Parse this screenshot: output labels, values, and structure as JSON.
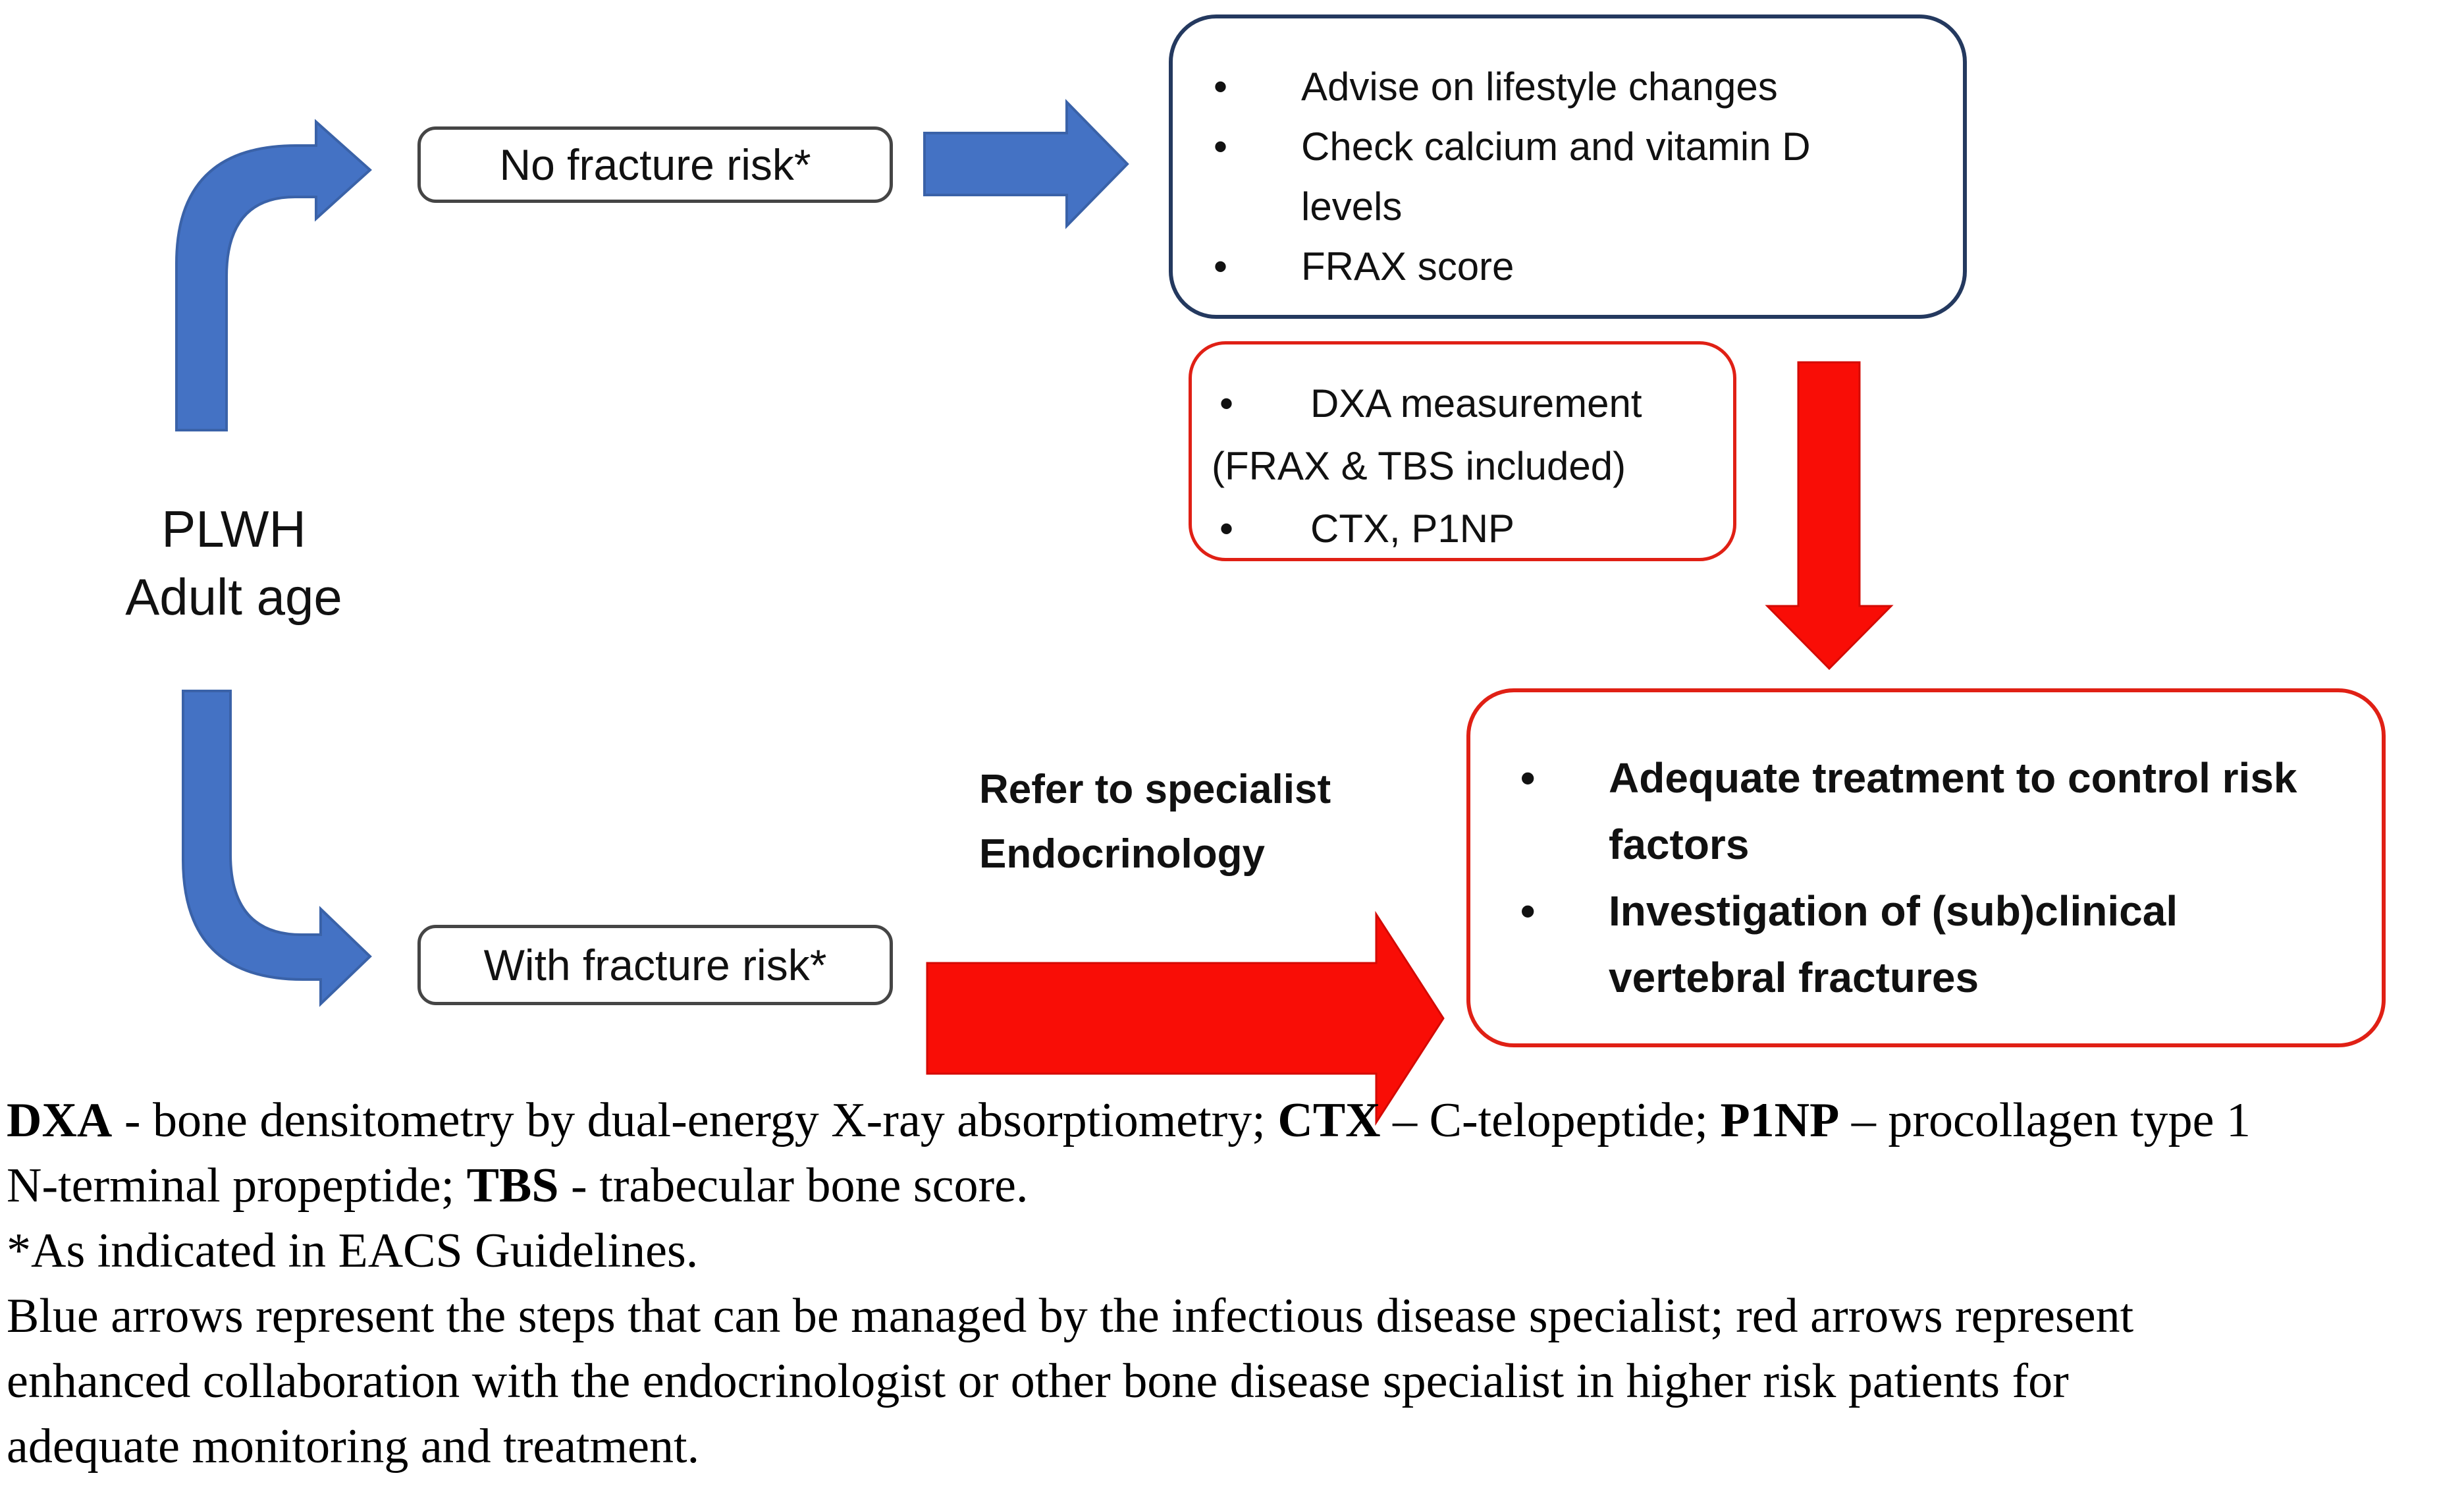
{
  "colors": {
    "blue_arrow": "#4472C4",
    "blue_arrow_outline": "#3A62A8",
    "navy_border": "#24395F",
    "gray_border": "#454545",
    "red_arrow": "#F90D06",
    "red_border": "#E02015",
    "ink": "#111111"
  },
  "flowchart": {
    "bullet": "•",
    "start_label": {
      "line1": "PLWH",
      "line2": "Adult age"
    },
    "no_fracture_box": {
      "label": "No fracture risk*"
    },
    "with_fracture_box": {
      "label": "With fracture risk*"
    },
    "lifestyle_box": {
      "items": [
        "Advise on lifestyle changes",
        "Check calcium and vitamin D levels",
        "FRAX score"
      ]
    },
    "dxa_box": {
      "line1": "DXA measurement",
      "line2": "(FRAX & TBS included)",
      "line3": "CTX, P1NP"
    },
    "refer_label": {
      "line1": "Refer to specialist",
      "line2": "Endocrinology"
    },
    "treatment_box": {
      "items": [
        "Adequate treatment to control risk factors",
        "Investigation of (sub)clinical vertebral fractures"
      ]
    }
  },
  "caption": {
    "l1a": "DXA",
    "l1b": " - bone densitometry by dual-energy X-ray absorptiometry; ",
    "l1c": "CTX",
    "l1d": " – C-telopeptide; ",
    "l1e": "P1NP",
    "l1f": " – procollagen type 1",
    "l2a": "N-terminal propeptide; ",
    "l2b": "TBS",
    "l2c": " - trabecular bone score.",
    "l3": "*As indicated in EACS Guidelines.",
    "l4": "Blue arrows represent the steps that can be managed by the infectious disease specialist; red arrows represent",
    "l5": "enhanced collaboration with the endocrinologist or other bone disease specialist in higher risk patients for",
    "l6": "adequate monitoring and treatment."
  }
}
